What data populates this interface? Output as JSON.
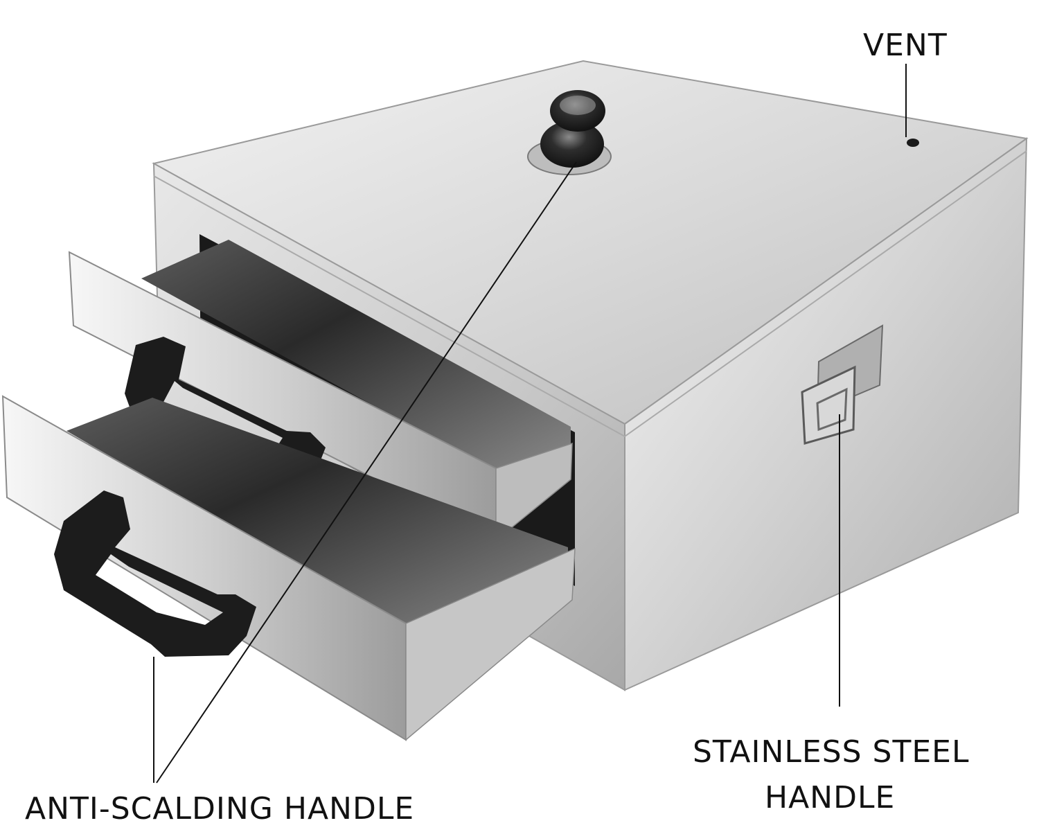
{
  "labels": {
    "vent": "VENT",
    "stainless_line1": "STAINLESS STEEL",
    "stainless_line2": "HANDLE",
    "anti_scalding": "ANTI-SCALDING HANDLE"
  },
  "colors": {
    "steel_light": "#e6e6e6",
    "steel_mid": "#c4c4c4",
    "steel_dark": "#8e8e8e",
    "handle_black": "#1c1c1c",
    "callout_line": "#111111",
    "background": "#ffffff"
  },
  "components": {
    "lid_knob": "knob-icon",
    "vent_hole": "vent-hole-icon",
    "side_handle": "folding-handle-icon",
    "drawer_handle": "drawer-handle-icon"
  }
}
